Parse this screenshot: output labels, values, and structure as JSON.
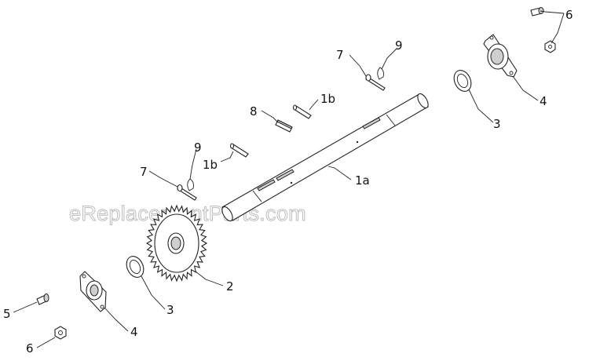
{
  "watermark": "eReplacementParts.com",
  "colors": {
    "line": "#222222",
    "label": "#111111",
    "watermark_stroke": "#bdbdbd",
    "background": "#ffffff"
  },
  "callouts": {
    "c1a": "1a",
    "c1b_upper": "1b",
    "c1b_lower": "1b",
    "c2": "2",
    "c3_lower": "3",
    "c3_upper": "3",
    "c4_lower": "4",
    "c4_upper": "4",
    "c5": "5",
    "c6_lower": "6",
    "c6_upper": "6",
    "c7_upper": "7",
    "c7_lower": "7",
    "c8": "8",
    "c9_upper": "9",
    "c9_lower": "9"
  }
}
